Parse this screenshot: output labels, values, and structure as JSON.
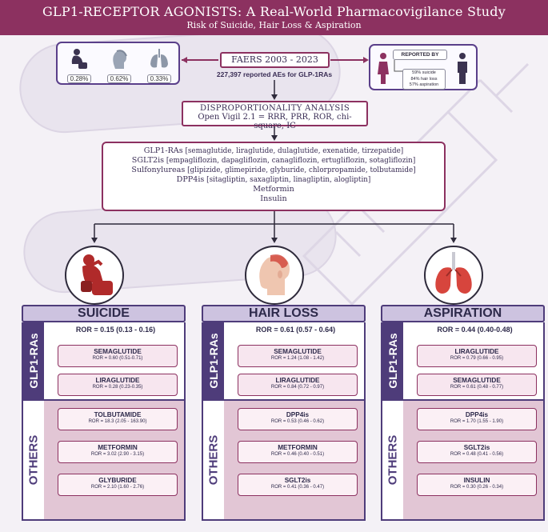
{
  "header": {
    "title": "GLP1-RECEPTOR AGONISTS: A Real-World Pharmacovigilance Study",
    "subtitle": "Risk of Suicide, Hair Loss & Aspiration"
  },
  "top_stats": [
    {
      "icon": "suicide-icon",
      "percent": "0.28%"
    },
    {
      "icon": "hair-loss-head-icon",
      "percent": "0.62%"
    },
    {
      "icon": "lungs-icon",
      "percent": "0.33%"
    }
  ],
  "faers": {
    "label": "FAERS 2003 - 2023",
    "subtitle": "227,397 reported AEs for GLP-1RAs"
  },
  "reported_by": {
    "label": "REPORTED BY",
    "stats": [
      "59% suicide",
      "84% hair loss",
      "57% aspiration"
    ]
  },
  "analysis": {
    "title": "DISPROPORTIONALITY ANALYSIS",
    "methods": "Open Vigil 2.1 = RRR, PRR, ROR, chi-square, IC"
  },
  "drug_classes": [
    {
      "name": "GLP1-RAs",
      "members": " [semaglutide, liraglutide, dulaglutide, exenatide, tirzepatide]"
    },
    {
      "name": "SGLT2is",
      "members": " [empagliflozin, dapagliflozin, canagliflozin, ertugliflozin, sotagliflozin]"
    },
    {
      "name": "Sulfonylureas",
      "members": " [glipizide, glimepiride, glyburide, chlorpropamide, tolbutamide]"
    },
    {
      "name": "DPP4is",
      "members": " [sitagliptin, saxagliptin, linagliptin, alogliptin]"
    },
    {
      "name": "Metformin",
      "members": ""
    },
    {
      "name": "Insulin",
      "members": ""
    }
  ],
  "panels": [
    {
      "title": "SUICIDE",
      "icon": "suicide-icon",
      "glp_label": "GLP1-RAs",
      "others_label": "OTHERS",
      "ror": "ROR = 0.15 (0.13 - 0.16)",
      "glp": [
        {
          "name": "SEMAGLUTIDE",
          "ror": "ROR = 0.60 (0.51-0.71)"
        },
        {
          "name": "LIRAGLUTIDE",
          "ror": "ROR = 0.28 (0.23-0.35)"
        }
      ],
      "others": [
        {
          "name": "TOLBUTAMIDE",
          "ror": "ROR = 18.3 (2.05 - 163.90)"
        },
        {
          "name": "METFORMIN",
          "ror": "ROR = 3.02 (2.90 - 3.15)"
        },
        {
          "name": "GLYBURIDE",
          "ror": "ROR = 2.10 (1.60 - 2.76)"
        }
      ]
    },
    {
      "title": "HAIR LOSS",
      "icon": "hair-loss-head-icon",
      "glp_label": "GLP1-RAs",
      "others_label": "OTHERS",
      "ror": "ROR = 0.61 (0.57 - 0.64)",
      "glp": [
        {
          "name": "SEMAGLUTIDE",
          "ror": "ROR = 1.24 (1.08 - 1.42)"
        },
        {
          "name": "LIRAGLUTIDE",
          "ror": "ROR = 0.84 (0.72 - 0.97)"
        }
      ],
      "others": [
        {
          "name": "DPP4is",
          "ror": "ROR = 0.53 (0.46 - 0.62)"
        },
        {
          "name": "METFORMIN",
          "ror": "ROR = 0.46 (0.40 - 0.51)"
        },
        {
          "name": "SGLT2is",
          "ror": "ROR = 0.41 (0.36 - 0.47)"
        }
      ]
    },
    {
      "title": "ASPIRATION",
      "icon": "lungs-icon",
      "glp_label": "GLP1-RAs",
      "others_label": "OTHERS",
      "ror": "ROR = 0.44 (0.40-0.48)",
      "glp": [
        {
          "name": "LIRAGLUTIDE",
          "ror": "ROR = 0.79 (0.66 - 0.95)"
        },
        {
          "name": "SEMAGLUTIDE",
          "ror": "ROR = 0.61 (0.48 - 0.77)"
        }
      ],
      "others": [
        {
          "name": "DPP4is",
          "ror": "ROR = 1.70 (1.55 - 1.90)"
        },
        {
          "name": "SGLT2is",
          "ror": "ROR = 0.48 (0.41 - 0.56)"
        },
        {
          "name": "INSULIN",
          "ror": "ROR = 0.30 (0.26 - 0.34)"
        }
      ]
    }
  ]
}
